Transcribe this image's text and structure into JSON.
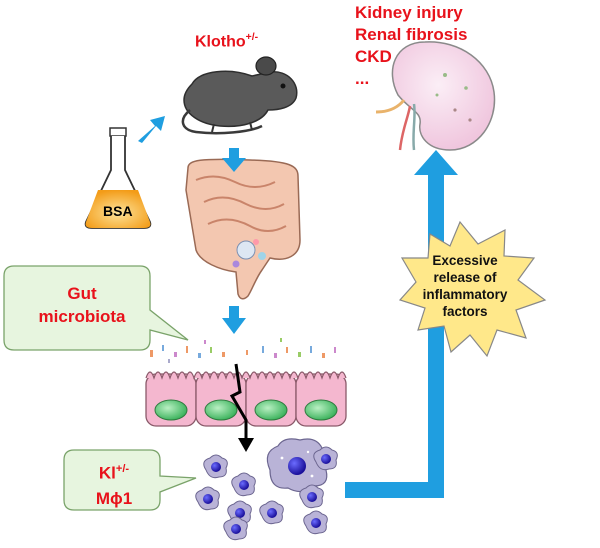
{
  "outcomes": [
    "Kidney injury",
    "Renal fibrosis",
    "CKD",
    "..."
  ],
  "mouse_label": {
    "main": "Klotho",
    "superscript": "+/-"
  },
  "flask_label": "BSA",
  "star_label": [
    "Excessive",
    "release of",
    "inflammatory",
    "factors"
  ],
  "gut_callout": [
    "Gut",
    "microbiota"
  ],
  "macrophage_callout": {
    "line1_main": "Kl",
    "line1_sup": "+/-",
    "line2": "Mϕ1"
  },
  "colors": {
    "label_red": "#e8121b",
    "arrow_blue": "#1f9ee0",
    "star_fill": "#ffe88a",
    "callout_fill": "#e7f5df",
    "kidney_fill": "#f6d9ea",
    "intestine_fill": "#f3c7b0",
    "epithelium_fill": "#f4b7cf",
    "nucleus_green": "#5fc77a",
    "macrophage_fill": "#b9b3d7",
    "macrophage_nucleus": "#2b1fc4",
    "mouse_grey": "#5a5a5a",
    "flask_orange": "#f39c18"
  },
  "icons": [
    "kidney-icon",
    "mouse-icon",
    "flask-icon",
    "intestine-icon",
    "epithelium-icon",
    "macrophage-icon",
    "starburst-icon",
    "arrow-icon"
  ]
}
